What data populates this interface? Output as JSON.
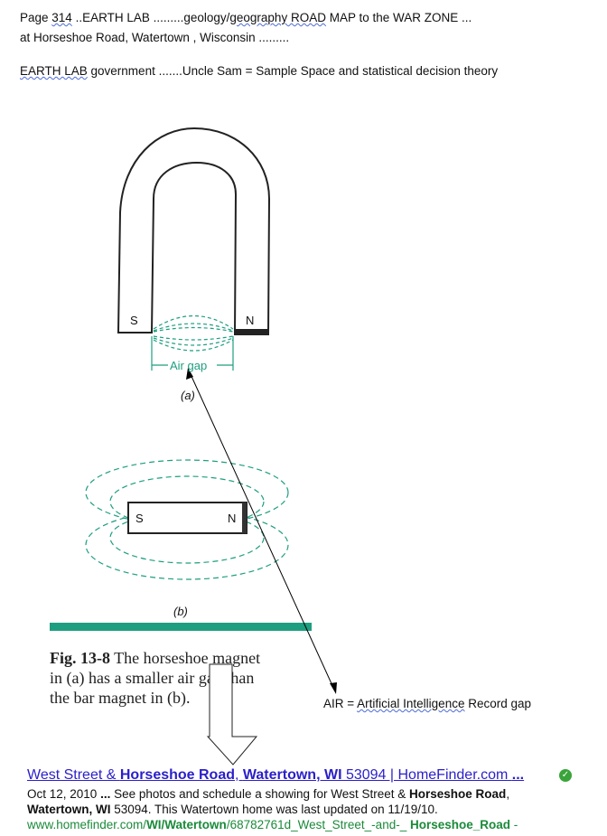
{
  "header": {
    "line1_a": "Page ",
    "line1_page": "314",
    "line1_b": " ..EARTH LAB .........geology/",
    "line1_geo": "geography  ROAD",
    "line1_c": "   MAP to the WAR ZONE ...",
    "line2": "at Horseshoe Road, Watertown  , Wisconsin .........",
    "line3_a": "EARTH  LAB",
    "line3_b": "  government .......Uncle Sam = Sample Space and statistical decision theory"
  },
  "figure": {
    "s_label": "S",
    "n_label": "N",
    "air_gap": "Air gap",
    "label_a": "(a)",
    "label_b": "(b)",
    "bar_s": "S",
    "bar_n": "N",
    "accent_color": "#1e9e80",
    "caption_fig": "Fig. 13-8",
    "caption_1": " The horseshoe magnet",
    "caption_2": "in (a) has a smaller air gap than",
    "caption_3": "the bar magnet in (b)."
  },
  "annotation": {
    "a": "AIR = ",
    "b": "Artificial  Intelligence",
    "c": " Record gap"
  },
  "search_result": {
    "title_a": "West Street & ",
    "title_b": "Horseshoe Road",
    "title_c": ", ",
    "title_d": "Watertown, WI",
    "title_e": " 53094 | HomeFinder.com ",
    "title_f": "...",
    "snip1_a": "Oct 12, 2010 ",
    "snip1_b": "...",
    "snip1_c": " See photos and schedule a showing for West Street & ",
    "snip1_d": "Horseshoe Road",
    ",": ",",
    "snip2_a": "Watertown, WI",
    "snip2_b": " 53094. This Watertown home was last updated on 11/19/10.",
    "url_a": "www.homefinder.com/",
    "url_b": "WI/Watertown",
    "url_c": "/68782761d_West_Street_-and-_ ",
    "url_d": "Horseshoe_Road",
    " url_e": " -",
    "link_color": "#2a1fc9",
    "url_color": "#1a8a3a"
  }
}
